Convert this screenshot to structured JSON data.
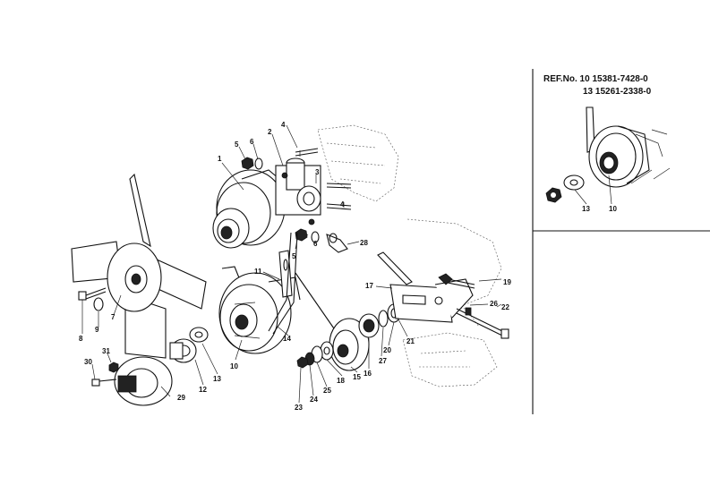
{
  "reference": {
    "line1": "REF.No. 10 15381-7428-0",
    "line2": "13 15261-2338-0"
  },
  "callouts": {
    "c1": "1",
    "c2": "2",
    "c3": "3",
    "c4a": "4",
    "c4b": "4",
    "c5a": "5",
    "c5b": "5",
    "c6a": "6",
    "c6b": "6",
    "c7": "7",
    "c8": "8",
    "c9": "9",
    "c10": "10",
    "c11": "11",
    "c12": "12",
    "c13": "13",
    "c14": "14",
    "c15": "15",
    "c16": "16",
    "c17": "17",
    "c18": "18",
    "c19": "19",
    "c20": "20",
    "c21": "21",
    "c22": "22",
    "c23": "23",
    "c24": "24",
    "c25": "25",
    "c26": "26",
    "c27": "27",
    "c28": "28",
    "c29": "29",
    "c30": "30",
    "c31": "31",
    "ins10": "10",
    "ins13": "13"
  }
}
